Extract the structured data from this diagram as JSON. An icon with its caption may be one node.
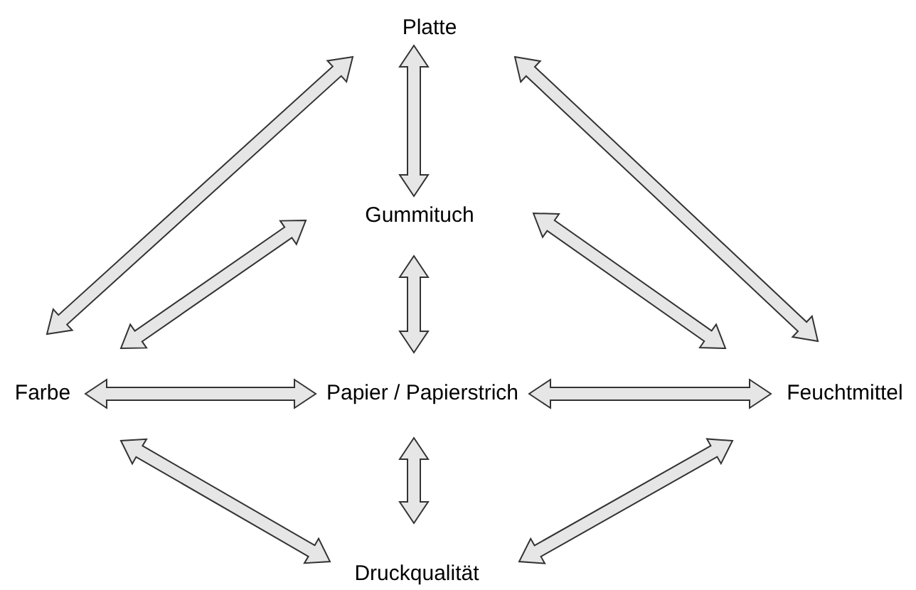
{
  "diagram": {
    "nodes": [
      {
        "text": [
          "Platte"
        ]
      },
      {
        "text": [
          "Gummituch"
        ]
      },
      {
        "text": [
          "Farbe"
        ]
      },
      {
        "text": [
          "Papier / Papierstrich"
        ]
      },
      {
        "text": [
          "Feuchtmittel"
        ]
      },
      {
        "text": [
          "Druckqualität"
        ]
      }
    ],
    "edges": [
      {
        "from": 0,
        "to": 1,
        "arrow": "both"
      },
      {
        "from": 0,
        "to": 2,
        "arrow": "both"
      },
      {
        "from": 1,
        "to": 2,
        "arrow": "both"
      },
      {
        "from": 0,
        "to": 4,
        "arrow": "both"
      },
      {
        "from": 1,
        "to": 4,
        "arrow": "both"
      },
      {
        "from": 1,
        "to": 3,
        "arrow": "both"
      },
      {
        "from": 2,
        "to": 3,
        "arrow": "both"
      },
      {
        "from": 3,
        "to": 4,
        "arrow": "both"
      },
      {
        "from": 2,
        "to": 5,
        "arrow": "both"
      },
      {
        "from": 3,
        "to": 5,
        "arrow": "both"
      },
      {
        "from": 4,
        "to": 5,
        "arrow": "both"
      }
    ]
  }
}
